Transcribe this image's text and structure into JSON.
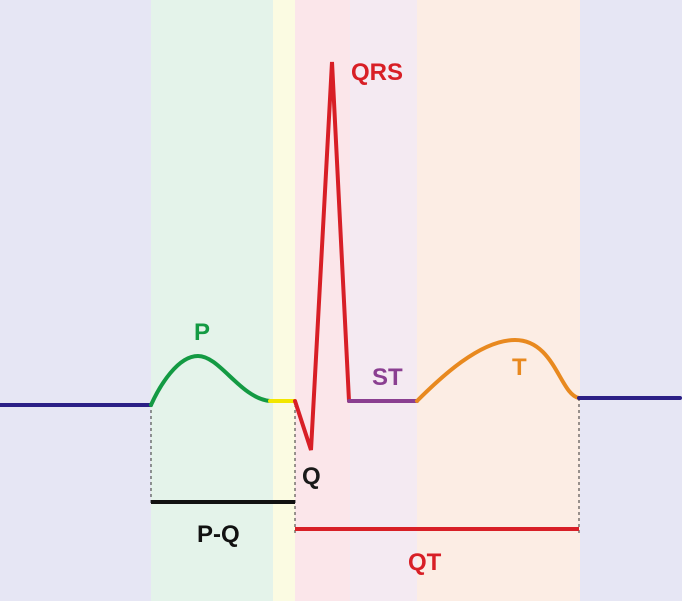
{
  "labels": {
    "p": "P",
    "qrs": "QRS",
    "q": "Q",
    "st": "ST",
    "t": "T",
    "pq": "P-Q",
    "qt": "QT"
  },
  "colors": {
    "baseline": "#2b1f86",
    "p_wave": "#139a43",
    "pq_segment": "#f2e600",
    "qrs_complex": "#d81f26",
    "st_segment": "#8a3f91",
    "t_wave": "#e8891f",
    "pq_interval": "#111111",
    "qt_interval": "#d81f26",
    "q_label": "#1a1a1a",
    "band_outer": "#e6e6f4",
    "band_p": "#e4f3ea",
    "band_pq": "#fbfbe2",
    "band_qrs": "#fbe6ea",
    "band_st": "#f4eaf2",
    "band_t": "#fcede4"
  }
}
